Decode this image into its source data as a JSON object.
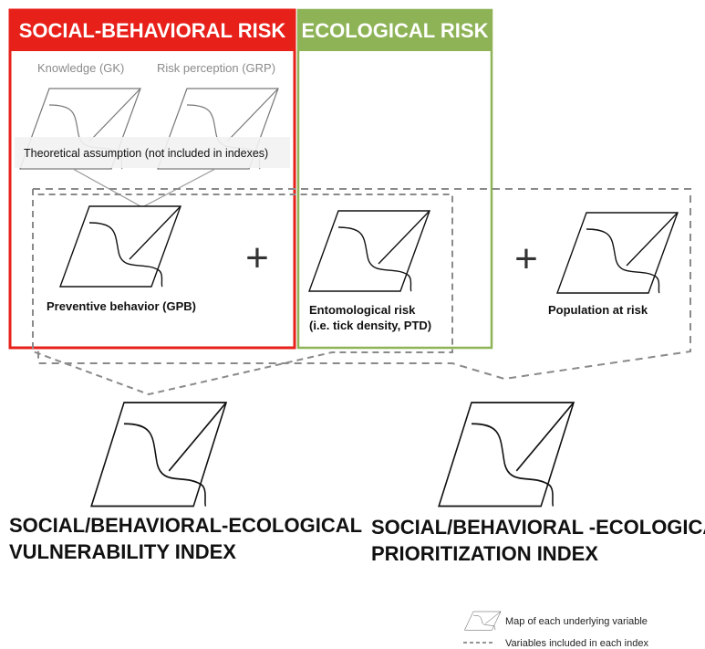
{
  "panels": {
    "social_behavioral": {
      "title": "SOCIAL-BEHAVIORAL RISK",
      "color": "#e8201a",
      "inputs": [
        {
          "label": "Knowledge (GK)"
        },
        {
          "label": "Risk perception (GRP)"
        }
      ],
      "assumption_note": "Theoretical assumption (not included in indexes)",
      "variable": {
        "label": "Preventive behavior (GPB)"
      }
    },
    "ecological": {
      "title": "ECOLOGICAL RISK",
      "color": "#8db356",
      "variable": {
        "label_line1": "Entomological  risk",
        "label_line2": "(i.e. tick density, PTD)"
      }
    }
  },
  "population": {
    "label": "Population at risk"
  },
  "operators": {
    "plus": "+"
  },
  "indexes": [
    {
      "line1": "SOCIAL/BEHAVIORAL-ECOLOGICAL",
      "line2": "VULNERABILITY INDEX"
    },
    {
      "line1": "SOCIAL/BEHAVIORAL -ECOLOGICAL",
      "line2": "PRIORITIZATION INDEX"
    }
  ],
  "legend": {
    "map_label": "Map of each underlying variable",
    "dashed_label": "Variables included in each index",
    "icons": [
      "map-icon",
      "dashed-line-icon"
    ]
  },
  "colors": {
    "dashed": "#8a8a8a",
    "header_red": "#e8201a",
    "header_green": "#8db356"
  }
}
